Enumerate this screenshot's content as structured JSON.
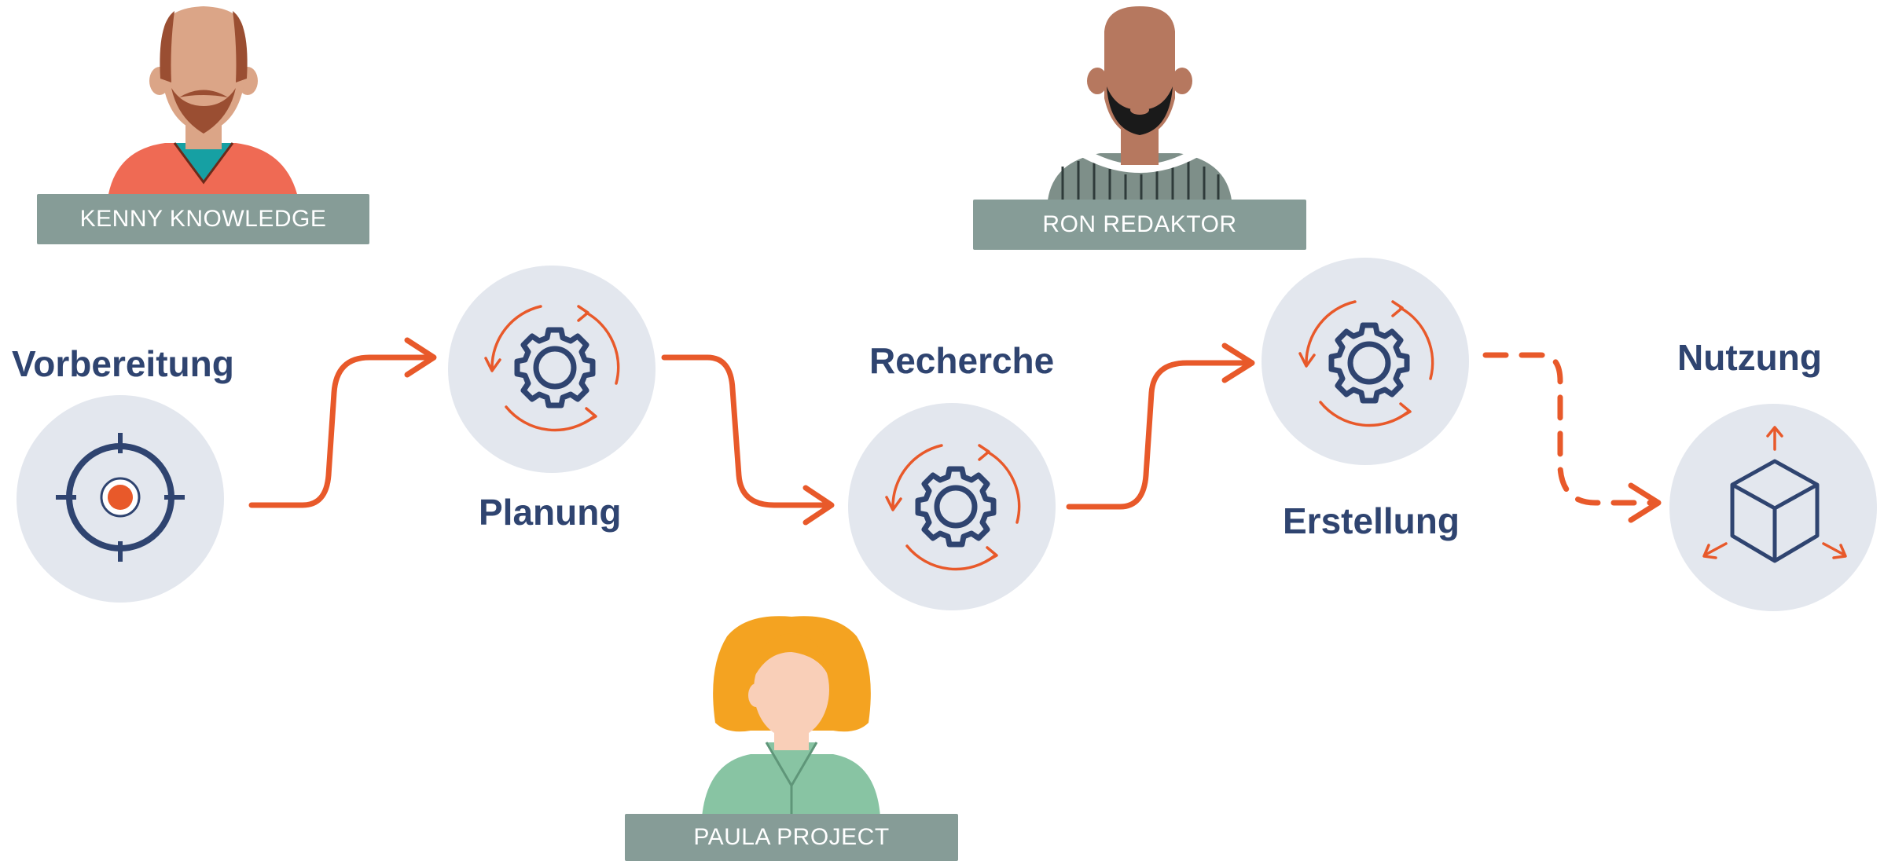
{
  "stages": [
    {
      "id": "vorbereitung",
      "label": "Vorbereitung",
      "icon": "target-icon"
    },
    {
      "id": "planung",
      "label": "Planung",
      "icon": "gear-cycle-icon"
    },
    {
      "id": "recherche",
      "label": "Recherche",
      "icon": "gear-cycle-icon"
    },
    {
      "id": "erstellung",
      "label": "Erstellung",
      "icon": "gear-cycle-icon"
    },
    {
      "id": "nutzung",
      "label": "Nutzung",
      "icon": "cube-icon"
    }
  ],
  "personas": [
    {
      "id": "kenny",
      "name": "KENNY KNOWLEDGE"
    },
    {
      "id": "ron",
      "name": "RON REDAKTOR"
    },
    {
      "id": "paula",
      "name": "PAULA PROJECT"
    }
  ],
  "colors": {
    "accent": "#e8592a",
    "navy": "#2f4470",
    "circle": "#e3e7ee",
    "tag": "#869c97"
  }
}
